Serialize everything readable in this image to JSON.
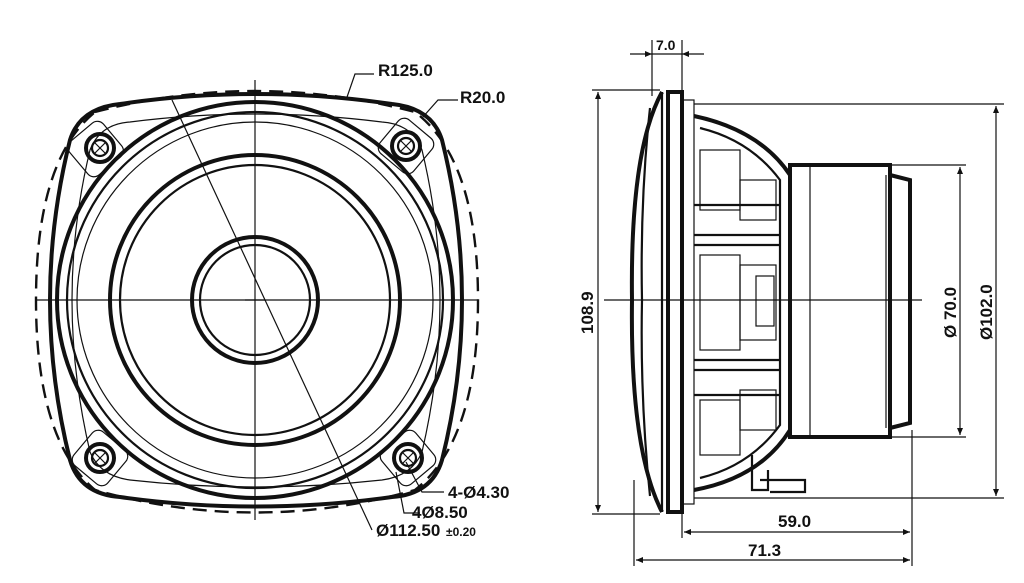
{
  "front_view": {
    "r_outer_label": "R125.0",
    "r_corner_label": "R20.0",
    "holes_label": "4-Ø4.30",
    "counterbore_label": "4Ø8.50",
    "diameter_label": "Ø112.50",
    "tolerance_label": "±0.20"
  },
  "side_view": {
    "flange_thickness_label": "7.0",
    "height_label": "108.9",
    "magnet_diameter_label": "Ø 70.0",
    "frame_diameter_label": "Ø102.0",
    "depth_frame_label": "59.0",
    "depth_total_label": "71.3"
  }
}
